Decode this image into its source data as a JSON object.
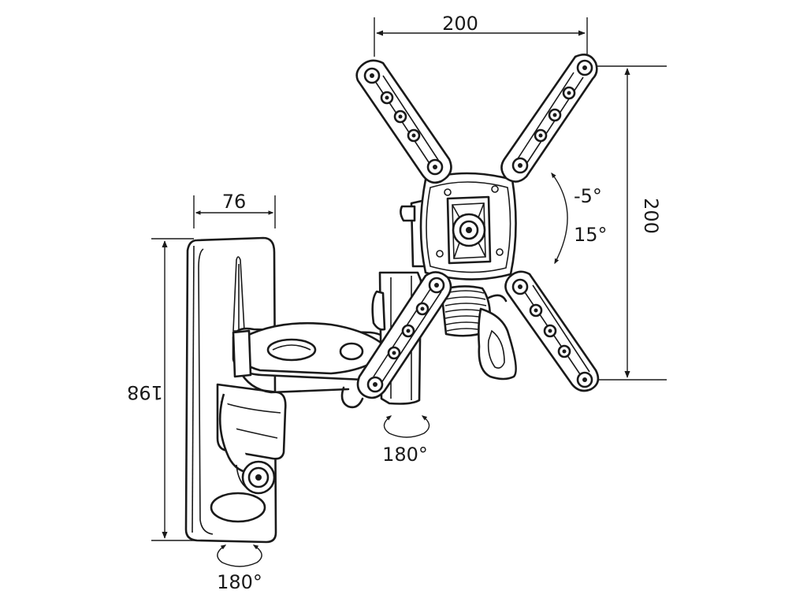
{
  "dimensions": {
    "plate_width": "200",
    "plate_height": "200",
    "wall_plate_width": "76",
    "wall_plate_height": "198"
  },
  "rotations": {
    "tilt_up": "-5°",
    "tilt_down": "15°",
    "arm_swivel": "180°",
    "wall_swivel": "180°"
  },
  "colors": {
    "line": "#1a1a1a",
    "background": "#ffffff"
  }
}
